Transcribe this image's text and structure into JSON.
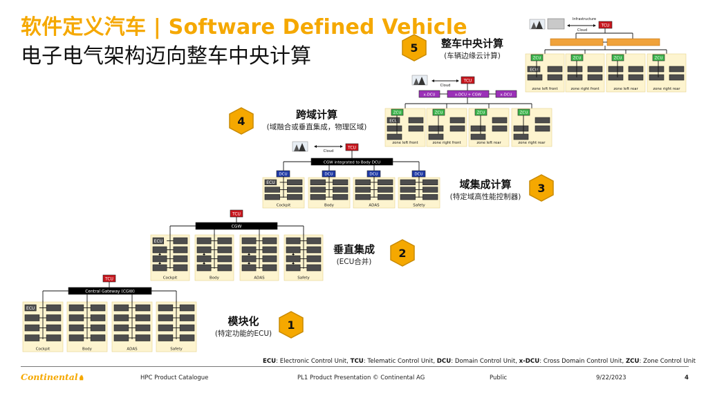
{
  "title": {
    "main": "软件定义汽车 | Software Defined Vehicle",
    "sub": "电子电气架构迈向整车中央计算"
  },
  "steps": [
    {
      "number": "1",
      "name": "模块化",
      "desc": "(特定功能的ECU)"
    },
    {
      "number": "2",
      "name": "垂直集成",
      "desc": "(ECU合并)"
    },
    {
      "number": "3",
      "name": "域集成计算",
      "desc": "(特定域高性能控制器)"
    },
    {
      "number": "4",
      "name": "跨域计算",
      "desc": "(域融合或垂直集成，物理区域)"
    },
    {
      "number": "5",
      "name": "整车中央计算",
      "desc": "(车辆边缘云计算)"
    }
  ],
  "diagrams": {
    "d1": {
      "tcu": "TCU",
      "gateway": "Central Gateway (CGW)",
      "ecu": "ECU",
      "groups": [
        "Cockpit",
        "Body",
        "ADAS",
        "Safety"
      ]
    },
    "d2": {
      "tcu": "TCU",
      "gateway": "CGW",
      "ecu": "ECU",
      "groups": [
        "Cockpit",
        "Body",
        "ADAS",
        "Safety"
      ]
    },
    "d3": {
      "tcu": "TCU",
      "cloud": "Cloud",
      "gateway": "CGW integrated to Body DCU",
      "ecu": "ECU",
      "dcu": "DCU",
      "groups": [
        "Cockpit",
        "Body",
        "ADAS",
        "Safety"
      ]
    },
    "d4": {
      "tcu": "TCU",
      "cloud": "Cloud",
      "xdcu_left": "x-DCU",
      "xdcu_center": "x-DCU + CGW",
      "xdcu_right": "x-DCU",
      "ecu": "ECU",
      "zcu": "ZCU",
      "groups": [
        "zone left front",
        "zone right front",
        "zone left rear",
        "zone right rear"
      ]
    },
    "d5": {
      "tcu": "TCU",
      "cloud": "Cloud",
      "infra": "Infrastructure",
      "ecu": "ECU",
      "zcu": "ZCU",
      "groups": [
        "zone left front",
        "zone right front",
        "zone left rear",
        "zone right rear"
      ]
    }
  },
  "legend": {
    "ecu_abbr": "ECU",
    "ecu_text": ": Electronic Control Unit, ",
    "tcu_abbr": "TCU",
    "tcu_text": ": Telematic Control Unit, ",
    "dcu_abbr": "DCU",
    "dcu_text": ": Domain Control Unit, ",
    "xdcu_abbr": "x-DCU",
    "xdcu_text": ": Cross Domain Control Unit, ",
    "zcu_abbr": "ZCU",
    "zcu_text": ": Zone Control Unit"
  },
  "footer": {
    "logo": "Continental",
    "catalogue": "HPC Product Catalogue",
    "presentation": "PL1 Product Presentation © Continental AG",
    "classification": "Public",
    "date": "9/22/2023",
    "page": "4"
  },
  "colors": {
    "accent": "#f5a800",
    "tcu": "#c8161d",
    "dcu": "#1f3aa6",
    "xdcu": "#9b30b8",
    "zcu": "#3cb44b",
    "ecu_box": "#4d4d4d",
    "panel": "#fdf4cf"
  }
}
